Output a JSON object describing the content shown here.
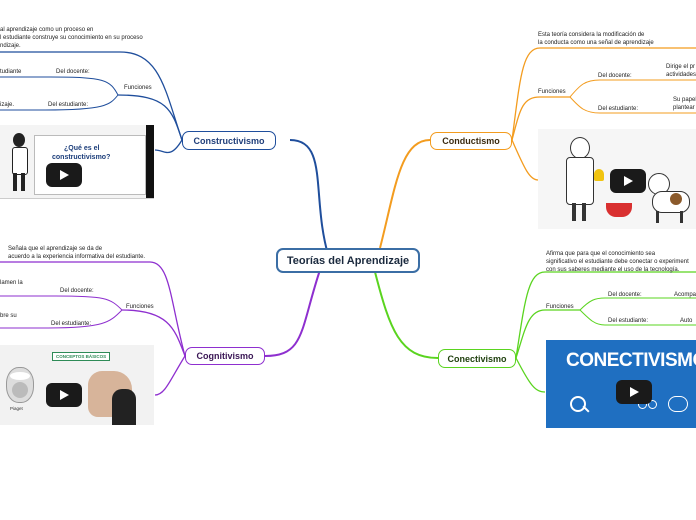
{
  "colors": {
    "central": "#3b6ea5",
    "constructivismo": "#1f4e9c",
    "conductismo": "#f39c1f",
    "cognitivismo": "#8e2fcf",
    "conectivismo": "#5ad41f"
  },
  "central": {
    "title": "Teorías del Aprendizaje"
  },
  "constructivismo": {
    "title": "Constructivismo",
    "description": [
      "al aprendizaje como un proceso en",
      "l estudiante construye su conocimiento en su proceso",
      "ndizaje."
    ],
    "funciones_label": "Funciones",
    "docente_label": "Del docente:",
    "estudiante_label": "Del estudiante:",
    "docente_value": "tudiante",
    "estudiante_value": "izaje.",
    "video": {
      "line1": "¿Qué es el",
      "line2": "constructivismo?",
      "icon": "play-icon"
    }
  },
  "conductismo": {
    "title": "Conductismo",
    "description": [
      "Esta teoría considera la modificación de",
      "la conducta como una señal de aprendizaje"
    ],
    "funciones_label": "Funciones",
    "docente_label": "Del docente:",
    "estudiante_label": "Del estudiante:",
    "docente_value": [
      "Dirige el pr",
      "actividades"
    ],
    "estudiante_value": [
      "Su papel",
      "plantear"
    ],
    "video": {
      "icon": "play-icon"
    }
  },
  "cognitivismo": {
    "title": "Cognitivismo",
    "description": [
      "Señala que el aprendizaje se da de",
      "acuerdo a la experiencia informativa del estudiante."
    ],
    "funciones_label": "Funciones",
    "docente_label": "Del docente:",
    "estudiante_label": "Del estudiante:",
    "docente_value": "lamen la",
    "estudiante_value": "bre su",
    "video": {
      "banner": "CONCEPTOS BÁSICOS",
      "caption": "Piaget",
      "icon": "play-icon"
    }
  },
  "conectivismo": {
    "title": "Conectivismo",
    "description": [
      "Afirma que para que el conocimiento sea",
      "significativo el estudiante debe conectar o experiment",
      "con sus saberes mediante el uso de la tecnología."
    ],
    "funciones_label": "Funciones",
    "docente_label": "Del docente:",
    "estudiante_label": "Del estudiante:",
    "docente_value": "Acompa",
    "estudiante_value": "Auto",
    "video": {
      "banner": "CONECTIVISMO",
      "icon": "play-icon"
    }
  }
}
